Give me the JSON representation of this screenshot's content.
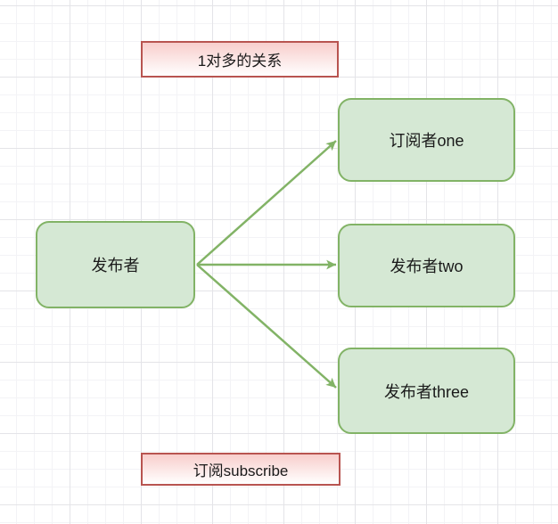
{
  "diagram": {
    "title_banner": {
      "label": "1对多的关系"
    },
    "publisher": {
      "label": "发布者"
    },
    "subscribers": [
      {
        "label": "订阅者one"
      },
      {
        "label": "发布者two"
      },
      {
        "label": "发布者three"
      }
    ],
    "connections": [
      {
        "from": "发布者",
        "to": "订阅者one"
      },
      {
        "from": "发布者",
        "to": "发布者two"
      },
      {
        "from": "发布者",
        "to": "发布者three"
      }
    ],
    "bottom_banner": {
      "label": "订阅subscribe"
    },
    "colors": {
      "node_fill": "#d5e8d4",
      "node_stroke": "#82b366",
      "arrow": "#82b366",
      "banner_stroke": "#b85450",
      "banner_fill_top": "#f8cecc",
      "banner_fill_bottom": "#ffffff",
      "grid_minor": "#f3f3f6",
      "grid_major": "#e4e4e8",
      "text": "#1a1a1a"
    }
  }
}
